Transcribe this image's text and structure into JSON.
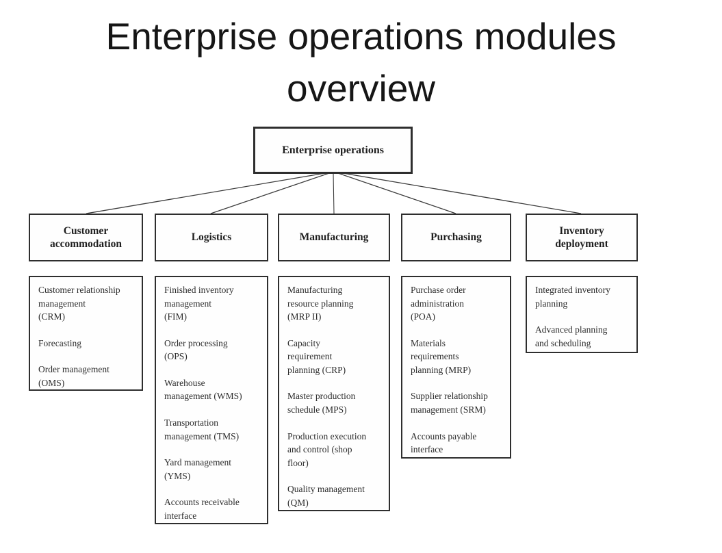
{
  "title": "Enterprise operations modules overview",
  "root": {
    "label": "Enterprise operations"
  },
  "columns": [
    {
      "label": "Customer\naccommodation",
      "items": [
        "Customer relationship\nmanagement\n(CRM)",
        "Forecasting",
        "Order management\n(OMS)"
      ]
    },
    {
      "label": "Logistics",
      "items": [
        "Finished inventory\nmanagement\n(FIM)",
        "Order processing\n(OPS)",
        "Warehouse\nmanagement (WMS)",
        "Transportation\nmanagement (TMS)",
        "Yard management\n(YMS)",
        "Accounts receivable\ninterface"
      ]
    },
    {
      "label": "Manufacturing",
      "items": [
        "Manufacturing\nresource planning\n(MRP II)",
        "Capacity\nrequirement\nplanning (CRP)",
        "Master production\nschedule (MPS)",
        "Production execution\nand control (shop\nfloor)",
        "Quality management\n(QM)"
      ]
    },
    {
      "label": "Purchasing",
      "items": [
        "Purchase order\nadministration\n(POA)",
        "Materials\nrequirements\nplanning (MRP)",
        "Supplier relationship\nmanagement (SRM)",
        "Accounts payable\ninterface"
      ]
    },
    {
      "label": "Inventory\ndeployment",
      "items": [
        "Integrated inventory\nplanning",
        "Advanced planning\nand scheduling"
      ]
    }
  ],
  "colors": {
    "line": "#3c3c3c",
    "border": "#2e2e2e",
    "text": "#1f1f1f",
    "background": "#ffffff"
  }
}
